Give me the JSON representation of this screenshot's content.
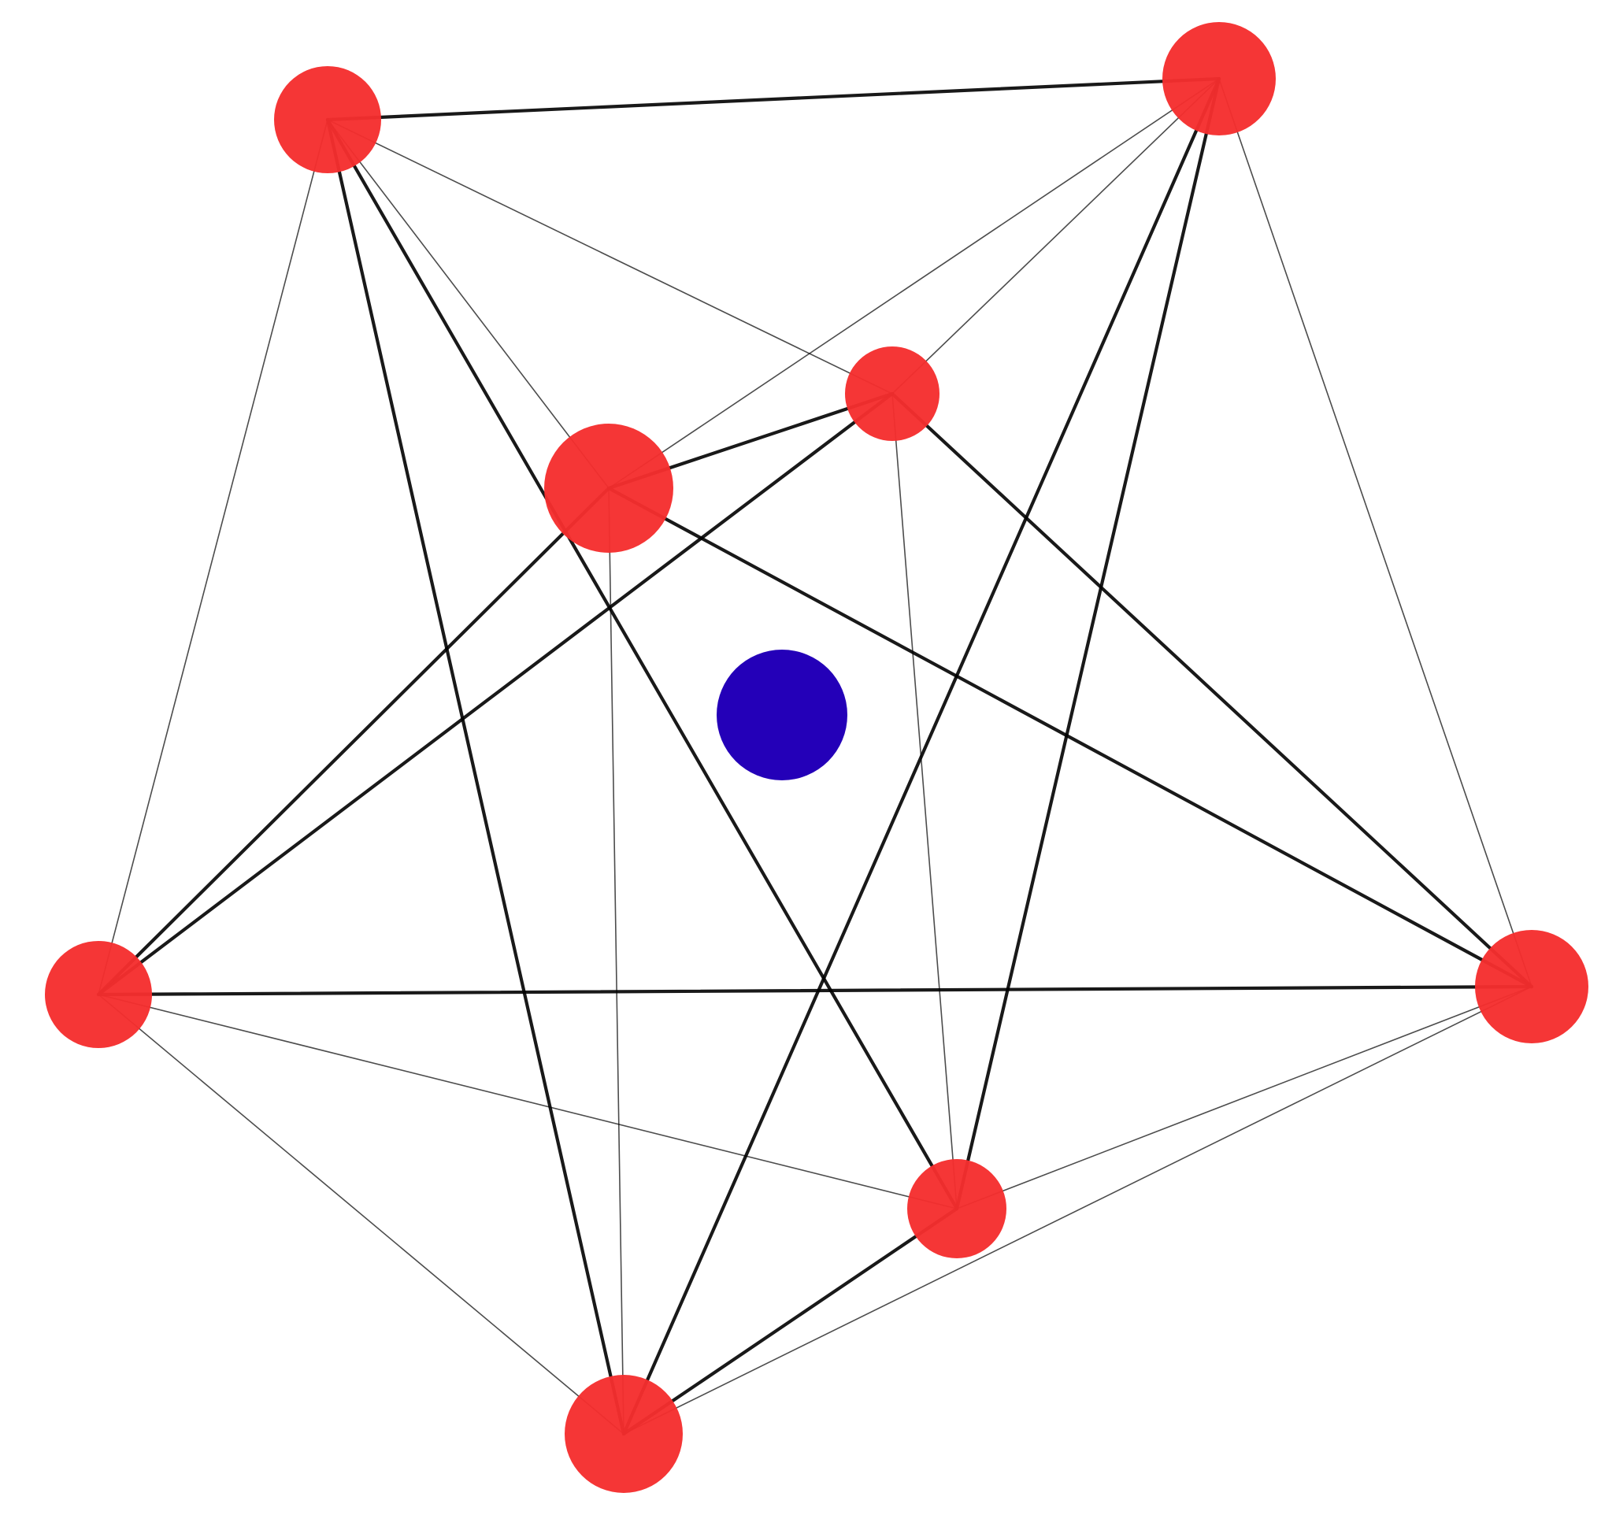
{
  "diagram": {
    "colors": {
      "background": "#ffffff",
      "node_red": "#f52e2e",
      "node_blue": "#2400b8",
      "edge": "#000000"
    },
    "nodes": [
      {
        "id": "n1",
        "color": "red"
      },
      {
        "id": "n2",
        "color": "red"
      },
      {
        "id": "n3",
        "color": "red"
      },
      {
        "id": "n4",
        "color": "red"
      },
      {
        "id": "n5",
        "color": "red"
      },
      {
        "id": "n6",
        "color": "red"
      },
      {
        "id": "n7",
        "color": "red"
      },
      {
        "id": "n8",
        "color": "red"
      },
      {
        "id": "center",
        "color": "blue"
      }
    ],
    "edges": [
      {
        "from": "n1",
        "to": "n2",
        "weight": "strong"
      },
      {
        "from": "n1",
        "to": "n8",
        "weight": "strong"
      },
      {
        "from": "n1",
        "to": "n7",
        "weight": "strong"
      },
      {
        "from": "n1",
        "to": "n4",
        "weight": "weak"
      },
      {
        "from": "n1",
        "to": "n3",
        "weight": "weak"
      },
      {
        "from": "n1",
        "to": "n5",
        "weight": "weak"
      },
      {
        "from": "n2",
        "to": "n8",
        "weight": "strong"
      },
      {
        "from": "n2",
        "to": "n7",
        "weight": "strong"
      },
      {
        "from": "n2",
        "to": "n4",
        "weight": "weak"
      },
      {
        "from": "n2",
        "to": "n3",
        "weight": "weak"
      },
      {
        "from": "n2",
        "to": "n6",
        "weight": "weak"
      },
      {
        "from": "n4",
        "to": "n3",
        "weight": "strong"
      },
      {
        "from": "n4",
        "to": "n5",
        "weight": "strong"
      },
      {
        "from": "n4",
        "to": "n6",
        "weight": "strong"
      },
      {
        "from": "n4",
        "to": "n8",
        "weight": "weak"
      },
      {
        "from": "n3",
        "to": "n5",
        "weight": "strong"
      },
      {
        "from": "n3",
        "to": "n6",
        "weight": "strong"
      },
      {
        "from": "n3",
        "to": "n7",
        "weight": "weak"
      },
      {
        "from": "n5",
        "to": "n6",
        "weight": "strong"
      },
      {
        "from": "n5",
        "to": "n7",
        "weight": "weak"
      },
      {
        "from": "n5",
        "to": "n8",
        "weight": "weak"
      },
      {
        "from": "n6",
        "to": "n8",
        "weight": "weak"
      },
      {
        "from": "n7",
        "to": "n8",
        "weight": "strong"
      },
      {
        "from": "n7",
        "to": "n6",
        "weight": "weak"
      }
    ]
  }
}
